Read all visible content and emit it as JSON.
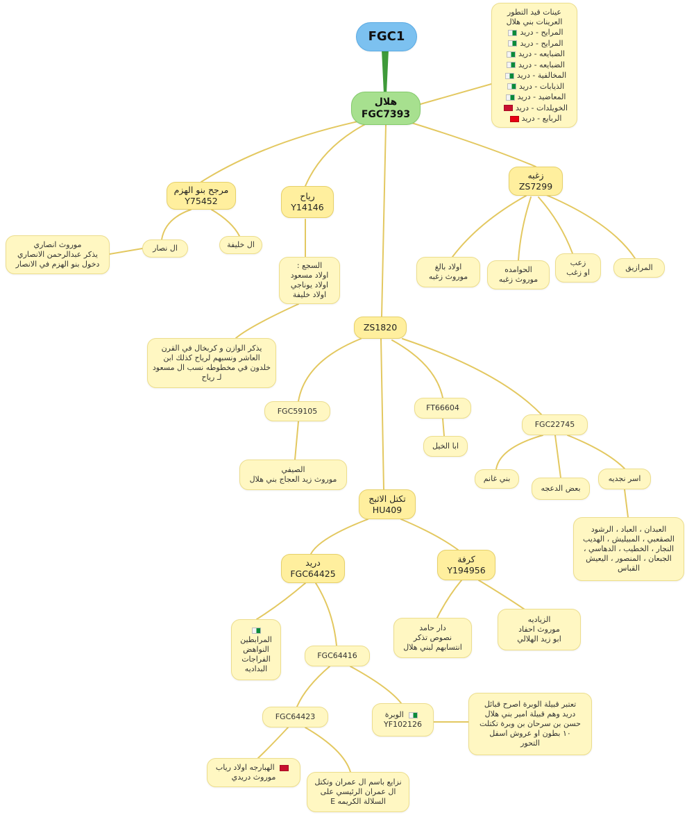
{
  "colors": {
    "link": "#e3c860",
    "root_link": "#3f9a3a",
    "node_fill": "#fff7c2",
    "node_mid_fill": "#ffef9e",
    "root_fill": "#7cc1f0",
    "hilal_fill": "#a7e08f"
  },
  "tree": {
    "root": "FGC1",
    "hilal": "هلال\nFGC7393",
    "samples": {
      "title": "عينات قيد التطور\nالعرينات بني هلال",
      "rows": [
        {
          "text": "المرايح - دريد",
          "flag": "algeria"
        },
        {
          "text": "المرايح - دريد",
          "flag": "algeria"
        },
        {
          "text": "الضبايعه - دريد",
          "flag": "algeria"
        },
        {
          "text": "الضبايعه - دريد",
          "flag": "algeria"
        },
        {
          "text": "المخالفية - دريد",
          "flag": "algeria"
        },
        {
          "text": "الذيابات - دريد",
          "flag": "algeria"
        },
        {
          "text": "المعاضيد - دريد",
          "flag": "algeria"
        },
        {
          "text": "الخويلدات - دريد",
          "flag": "libya"
        },
        {
          "text": "الربايع - دريد",
          "flag": "tunisia"
        }
      ]
    },
    "murajjah": "مرجح بنو الهزم\nY75452",
    "riyah": "رياح\nY14146",
    "zughba": "زغبه\nZS7299",
    "al_nassar": "ال نصار",
    "al_khalifa": "ال خليفة",
    "mawruth_ansari": "موروث انصاري\nيذكر عبدالرحمن الانصاري\nدخول بنو الهزم في الانصار",
    "sajaa": "السجع :\nاولاد مسعود\nاولاد يوناجي\nاولاد خليفة",
    "wazzan_note": "يذكر الوازن و كربخال في القرن\nالعاشر ونسبهم لرياح كذلك ابن\nخلدون في مخطوطه نسب ال مسعود\nلـ رياح",
    "awlad_balegh": "اولاد بالغ\nموروث زغبه",
    "hawamda": "الحوامده\nموروث زغبه",
    "zaab": "زعب\nاو زغب",
    "marazig": "المرازيق",
    "zs1820": "ZS1820",
    "fgc59105": "FGC59105",
    "ft66604": "FT66604",
    "fgc22745": "FGC22745",
    "sayfi": "الصيفي\nموروث زيد العجاج بني هلال",
    "aba_alkheil": "ابا الخيل",
    "bani_ghanem": "بني غانم",
    "baad_daajah": "بعض الدعجه",
    "usar_najdiyah": "اسر نجديه",
    "najdi_families": "العبدان ، العباد ، الرشود\nالصقعبي ، المبيليش ، الهديب\nالنجار ، الخطيب ، الدهاسي ،\nالجبعان ، المنصور ، اليعيش\nالقباس",
    "hu409": "تكتل الاثبج\nHU409",
    "dureid": "دريد\nFGC64425",
    "karfa": "كرفة\nY194956",
    "murabitin": "المرابطين\nالنواهض\nالفراجات\nالبداديه",
    "dar_hamed": "دار حامد\nنصوص تذكر\nانتسابهم لبني هلال",
    "zayadiya": "الزياديه\nموروث احفاد\nابو زيد الهلالي",
    "fgc64416": "FGC64416",
    "fgc64423": "FGC64423",
    "wabra": "الوبرة\nYF102126",
    "wabra_note": "تعتبر قبيلة الوبرة اصرح قبائل\nدريد وهم قبيلة امير بني هلال\nحسن بن سرحان بن وبرة تكتلت\n١٠ بطون او عروش اسفل\nالتحور",
    "hararja": "الهبارجه اولاد رياب\nموروث دريدي",
    "nizaa": "نزايع باسم ال عمران وتكتل\nال عمران الرئيسي  على\nالسلالة الكريمه E"
  }
}
